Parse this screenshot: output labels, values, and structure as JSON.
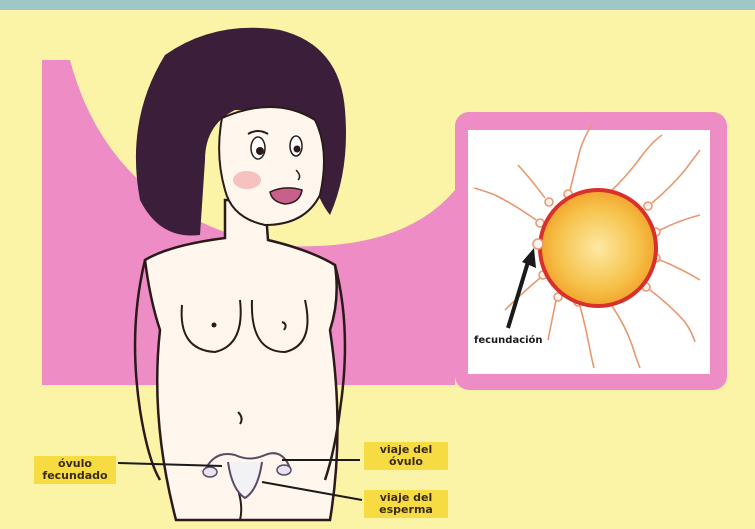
{
  "labels": {
    "fecundacion": "fecundación",
    "ovulo_fecundado": [
      "óvulo",
      "fecundado"
    ],
    "viaje_ovulo": [
      "viaje del",
      "óvulo"
    ],
    "viaje_esperma": [
      "viaje del",
      "esperma"
    ]
  },
  "colors": {
    "background": "#fbf3a6",
    "pink": "#ee8cc6",
    "skin": "#fff7ee",
    "hair": "#3b1f3a",
    "egg": "#f2b430",
    "egg_rim": "#d9302c",
    "sperm": "#e89870",
    "label_bg": "#f6dc42"
  },
  "icons": [
    "woman-figure",
    "egg-cell-icon",
    "sperm-icon",
    "arrow-icon",
    "reproductive-organs-icon"
  ]
}
